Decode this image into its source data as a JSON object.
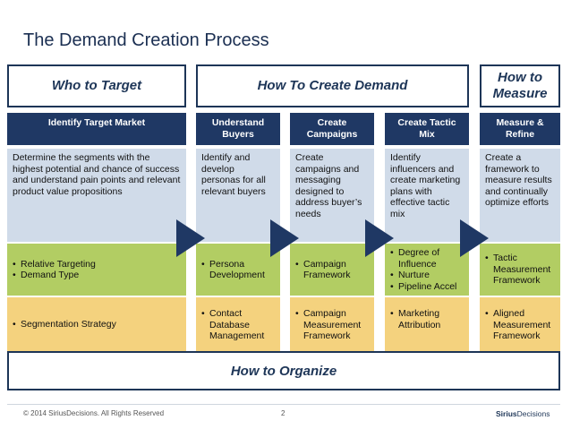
{
  "title": "The Demand Creation Process",
  "headers": {
    "target": "Who to Target",
    "create": "How To Create Demand",
    "measure": "How to Measure"
  },
  "columns": [
    {
      "heading": "Identify Target Market",
      "description": "Determine the segments with the highest potential and chance of success and understand pain points and relevant product value propositions",
      "green": [
        "Relative Targeting",
        "Demand Type"
      ],
      "yellow": [
        "Segmentation Strategy"
      ]
    },
    {
      "heading": "Understand Buyers",
      "description": "Identify and develop personas for all relevant buyers",
      "green": [
        "Persona Development"
      ],
      "yellow": [
        "Contact Database Management"
      ]
    },
    {
      "heading": "Create Campaigns",
      "description": "Create campaigns and messaging designed to address buyer’s needs",
      "green": [
        "Campaign Framework"
      ],
      "yellow": [
        "Campaign Measurement Framework"
      ]
    },
    {
      "heading": "Create Tactic Mix",
      "description": "Identify influencers and create marketing plans with effective tactic mix",
      "green": [
        "Degree of Influence",
        "Nurture",
        "Pipeline Accel"
      ],
      "yellow": [
        "Marketing Attribution"
      ]
    },
    {
      "heading": "Measure & Refine",
      "description": "Create a framework to measure results and continually optimize efforts",
      "green": [
        "Tactic Measurement Framework"
      ],
      "yellow": [
        "Aligned Measurement Framework"
      ]
    }
  ],
  "organize": "How to Organize",
  "footer": {
    "copyright": "© 2014 SiriusDecisions. All Rights Reserved",
    "page": "2",
    "logo_bold": "Sirius",
    "logo_rest": "Decisions"
  },
  "colors": {
    "navy": "#1f3864",
    "blue": "#d0dbe9",
    "green": "#b2cd63",
    "yellow": "#f4d27e"
  }
}
